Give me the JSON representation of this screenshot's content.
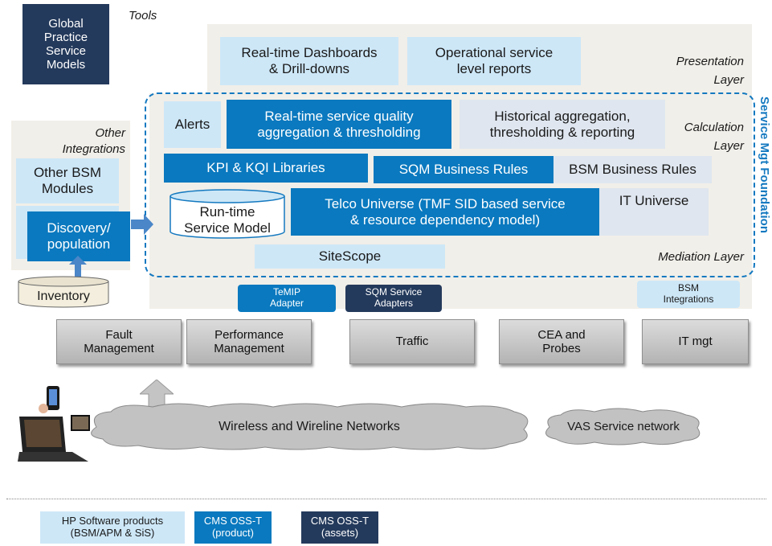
{
  "tools": {
    "global_practice": "Global\nPractice\nService\nModels",
    "label": "Tools"
  },
  "presentation": {
    "dashboards": "Real-time Dashboards\n& Drill-downs",
    "reports": "Operational service\nlevel reports",
    "layer_label": "Presentation\nLayer"
  },
  "calculation": {
    "alerts": "Alerts",
    "realtime_sq": "Real-time service quality\naggregation & thresholding",
    "historical": "Historical aggregation,\nthresholding & reporting",
    "layer_label": "Calculation\nLayer"
  },
  "rules": {
    "kpi": "KPI & KQI Libraries",
    "sqm": "SQM Business Rules",
    "bsm": "BSM Business Rules"
  },
  "models": {
    "runtime": "Run-time\nService Model",
    "telco": "Telco Universe (TMF SID based service\n& resource dependency model)",
    "it_universe": "IT Universe"
  },
  "mediation": {
    "sitescope": "SiteScope",
    "layer_label": "Mediation Layer"
  },
  "foundation_label": "Service Mgt Foundation",
  "other_integrations": {
    "label": "Other\nIntegrations",
    "bsm_modules": "Other BSM\nModules",
    "discovery": "Discovery/\npopulation"
  },
  "inventory": "Inventory",
  "adapters": {
    "temip": "TeMIP\nAdapter",
    "sqm": "SQM Service\nAdapters",
    "bsm": "BSM\nIntegrations"
  },
  "sources": [
    "Fault\nManagement",
    "Performance\nManagement",
    "Traffic",
    "CEA and\nProbes",
    "IT mgt"
  ],
  "networks": {
    "wireless": "Wireless and Wireline Networks",
    "vas": "VAS Service network"
  },
  "legend": {
    "hp": "HP Software products\n(BSM/APM & SiS)",
    "cms_product": "CMS OSS-T\n(product)",
    "cms_assets": "CMS OSS-T\n(assets)"
  },
  "colors": {
    "light_blue": "#cde7f7",
    "mid_blue": "#0a79bf",
    "dark_blue": "#243a5c",
    "beige": "#f1efe9",
    "pale": "#dfe6ef"
  }
}
